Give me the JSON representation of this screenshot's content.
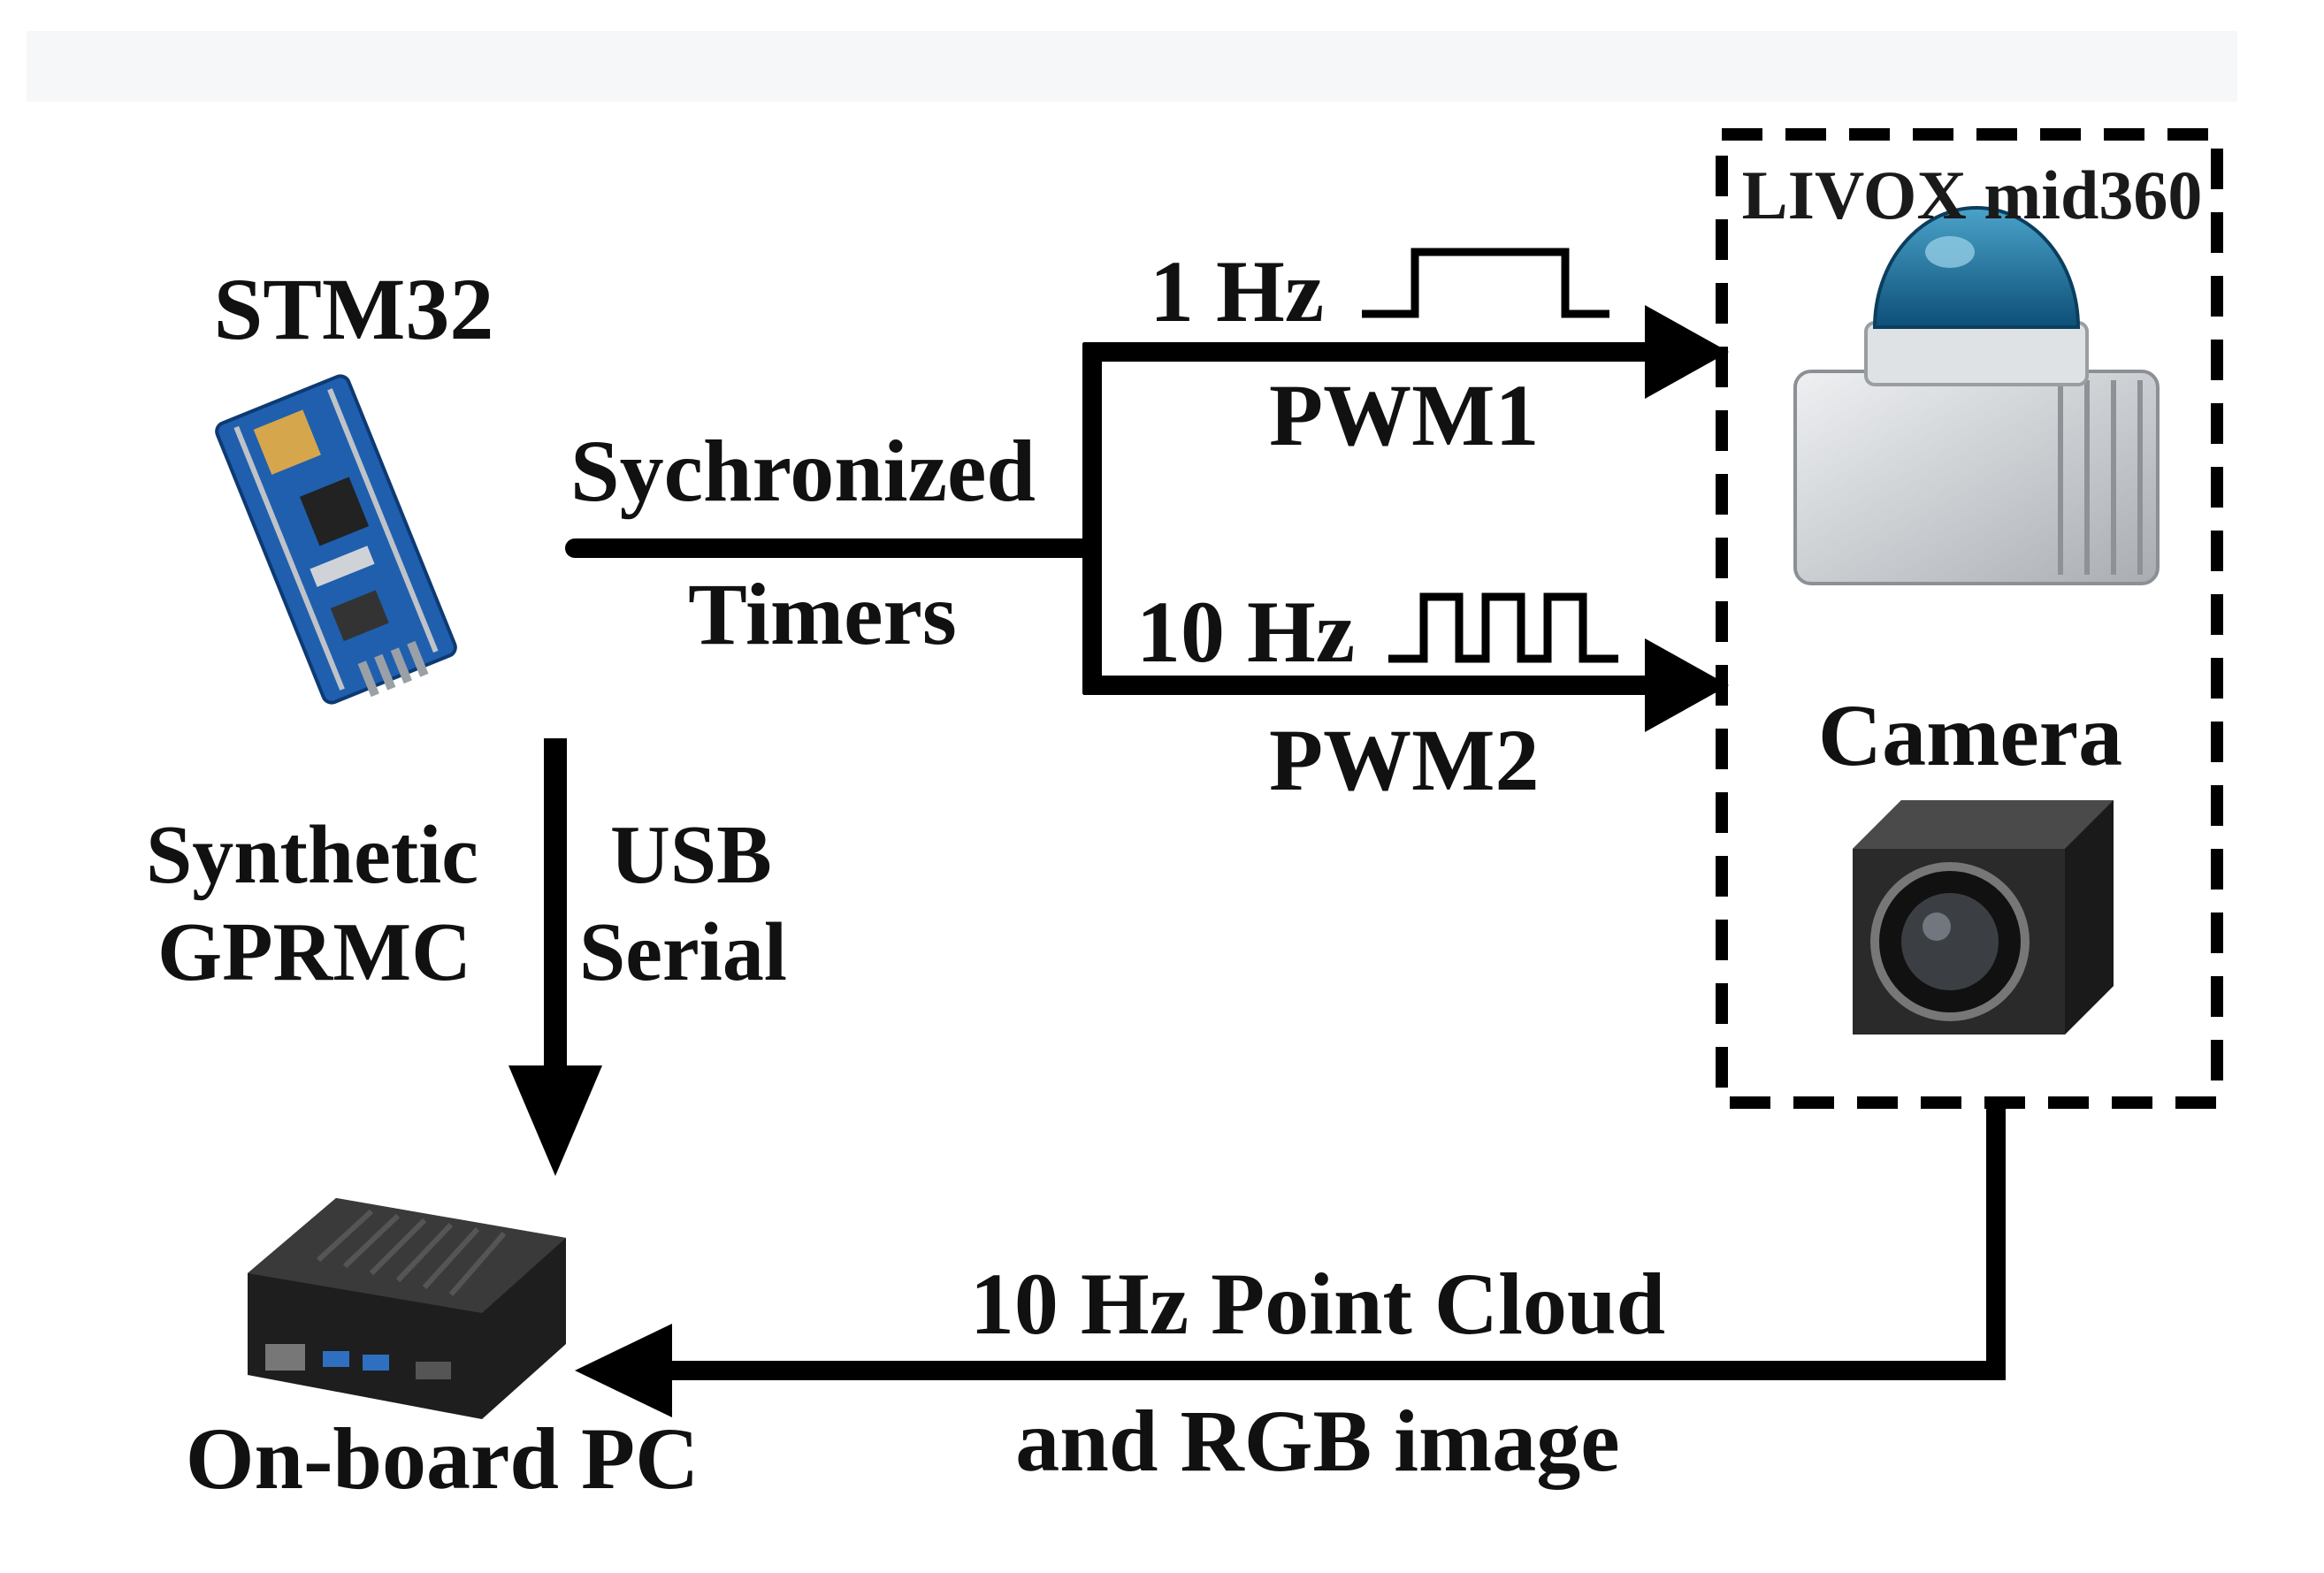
{
  "labels": {
    "stm32": "STM32",
    "synchronized_timers_line1": "Sychronized",
    "synchronized_timers_line2": "Timers",
    "hz1": "1 Hz",
    "pwm1": "PWM1",
    "hz10": "10 Hz",
    "pwm2": "PWM2",
    "lidar": "LIVOX mid360",
    "camera": "Camera",
    "synthetic": "Synthetic",
    "gprmc": "GPRMC",
    "usb": "USB",
    "serial": "Serial",
    "output_line1": "10 Hz Point Cloud",
    "output_line2": "and RGB image",
    "onboard_pc": "On-board PC"
  },
  "colors": {
    "line": "#000000",
    "text": "#111111",
    "pcb_blue": "#1f5fae",
    "dome_blue": "#1a6f9a",
    "device_grey": "#cfd2d6",
    "pc_black": "#1e1e1e"
  }
}
